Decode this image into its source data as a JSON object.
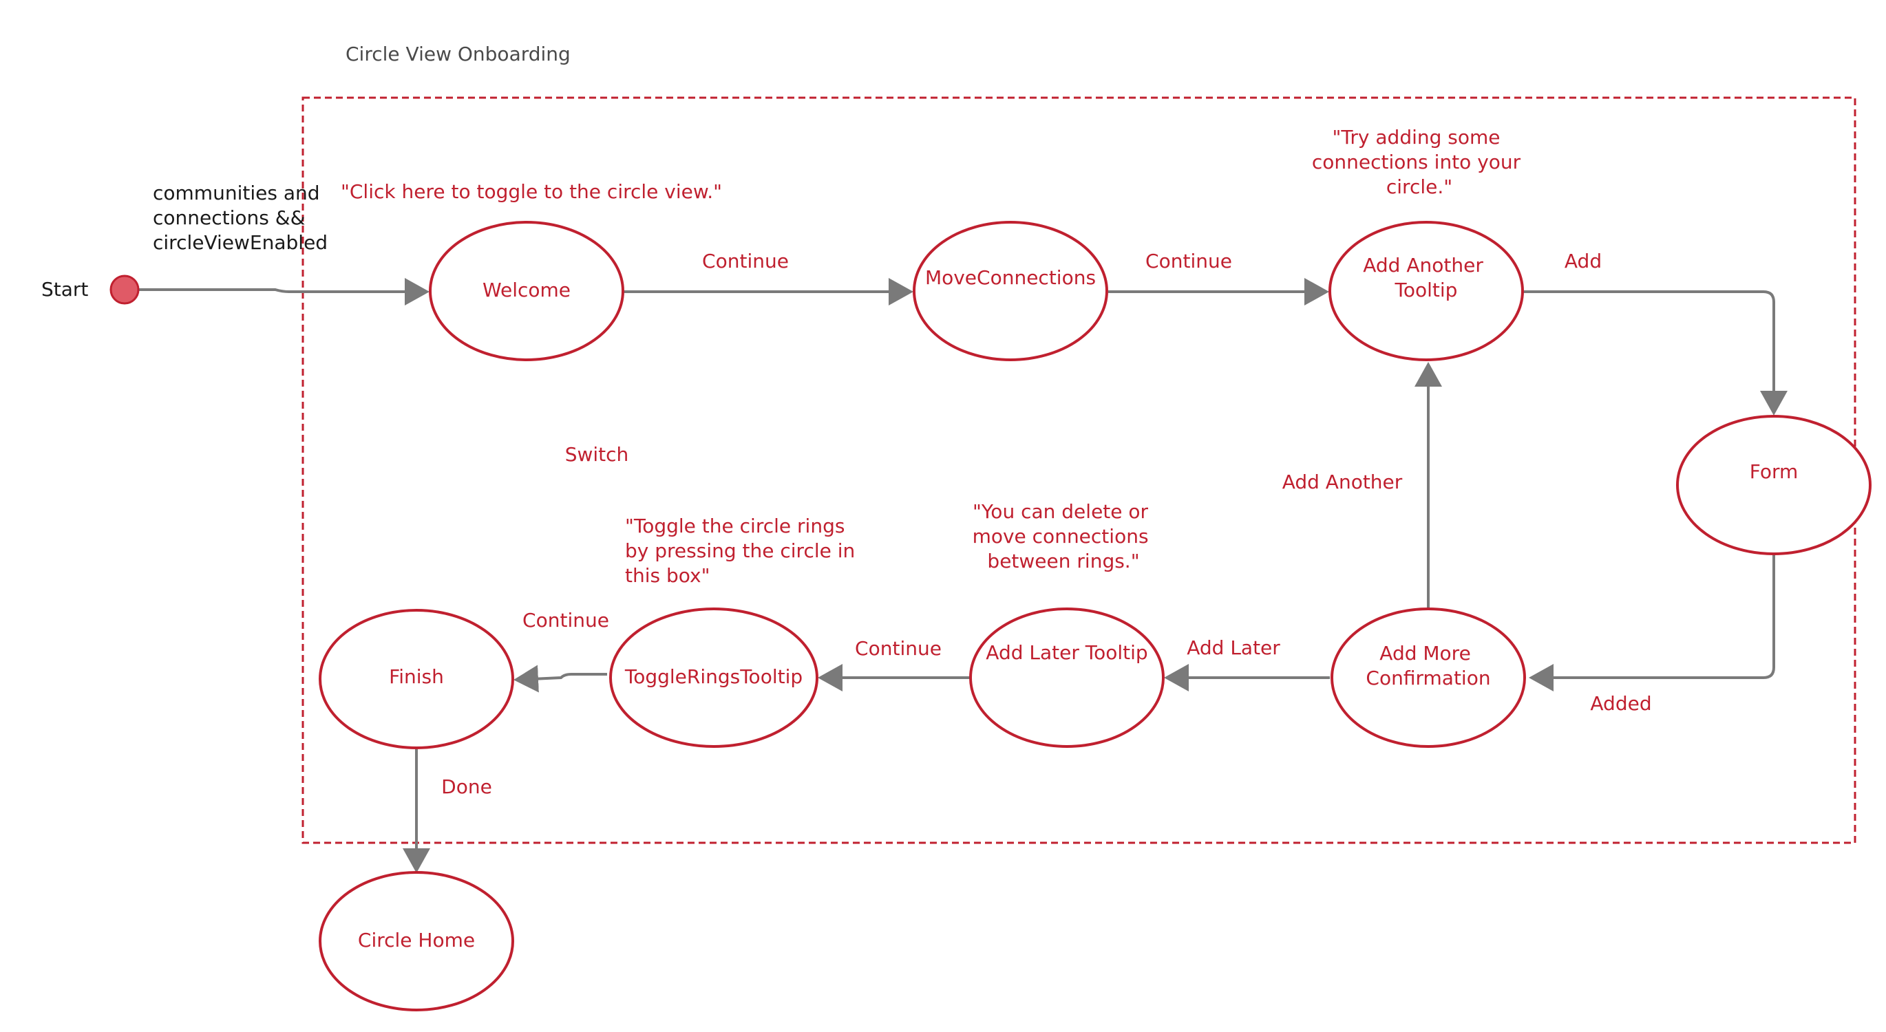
{
  "title": "Circle View Onboarding",
  "colors": {
    "state_stroke": "#c0202f",
    "state_text": "#c0202f",
    "edge": "#7a7a7a",
    "start_fill": "#e05a66",
    "group_border": "#c0202f",
    "text_dark": "#1a1a1a"
  },
  "start": {
    "label": "Start"
  },
  "entry_condition": [
    "communities and",
    "connections &&",
    "circleViewEnabled"
  ],
  "states": {
    "welcome": [
      "Welcome"
    ],
    "move_connections": [
      "MoveConnections"
    ],
    "add_another_tooltip": [
      "Add Another",
      "Tooltip"
    ],
    "form": [
      "Form"
    ],
    "add_more_confirmation": [
      "Add More",
      "Confirmation"
    ],
    "add_later_tooltip": [
      "Add Later Tooltip"
    ],
    "toggle_rings_tooltip": [
      "ToggleRingsTooltip"
    ],
    "finish": [
      "Finish"
    ],
    "circle_home": [
      "Circle Home"
    ]
  },
  "edges": {
    "welcome_to_move": "Continue",
    "move_to_add_another": "Continue",
    "add_another_to_form": "Add",
    "form_to_confirmation": "Added",
    "confirmation_to_add_another": "Add Another",
    "confirmation_to_add_later": "Add Later",
    "add_later_to_toggle": "Continue",
    "toggle_to_finish": "Continue",
    "finish_to_home": "Done",
    "switch": "Switch"
  },
  "notes": {
    "welcome": [
      "\"Click here to toggle to the circle view.\""
    ],
    "add_another_tooltip": [
      "\"Try adding some",
      "connections into your",
      "circle.\""
    ],
    "add_later_tooltip": [
      "\"You can delete or",
      "move connections",
      "between rings.\""
    ],
    "toggle_rings_tooltip": [
      "\"Toggle the circle rings",
      "by pressing the circle in",
      "this box\""
    ]
  }
}
